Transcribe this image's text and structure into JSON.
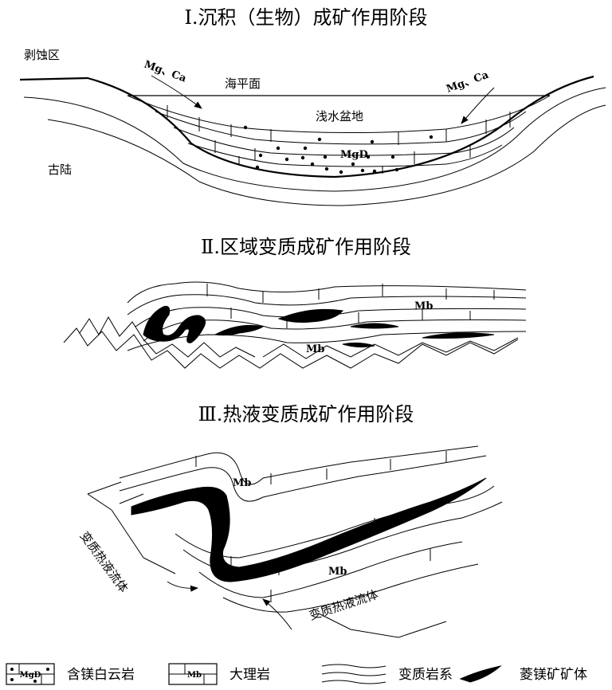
{
  "stage1": {
    "title": "Ⅰ.沉积（生物）成矿作用阶段",
    "erosion_zone": "剥蚀区",
    "old_land": "古陆",
    "sea_level": "海平面",
    "basin": "浅水盆地",
    "input_left": "Mg、Ca",
    "input_right": "Mg、Ca",
    "rock": "MgD"
  },
  "stage2": {
    "title": "Ⅱ.区域变质成矿作用阶段",
    "marble_upper": "Mb",
    "marble_lower": "Mb"
  },
  "stage3": {
    "title": "Ⅲ.热液变质成矿作用阶段",
    "marble_upper": "Mb",
    "marble_lower": "Mb",
    "fluid_left": "变质热液流体",
    "fluid_bottom": "变质热液流体"
  },
  "legend": [
    {
      "symbol_text": "MgD",
      "label": "含镁白云岩"
    },
    {
      "symbol_text": "Mb",
      "label": "大理岩"
    },
    {
      "symbol_text": "",
      "label": "变质岩系"
    },
    {
      "symbol_text": "",
      "label": "菱镁矿矿体"
    }
  ]
}
